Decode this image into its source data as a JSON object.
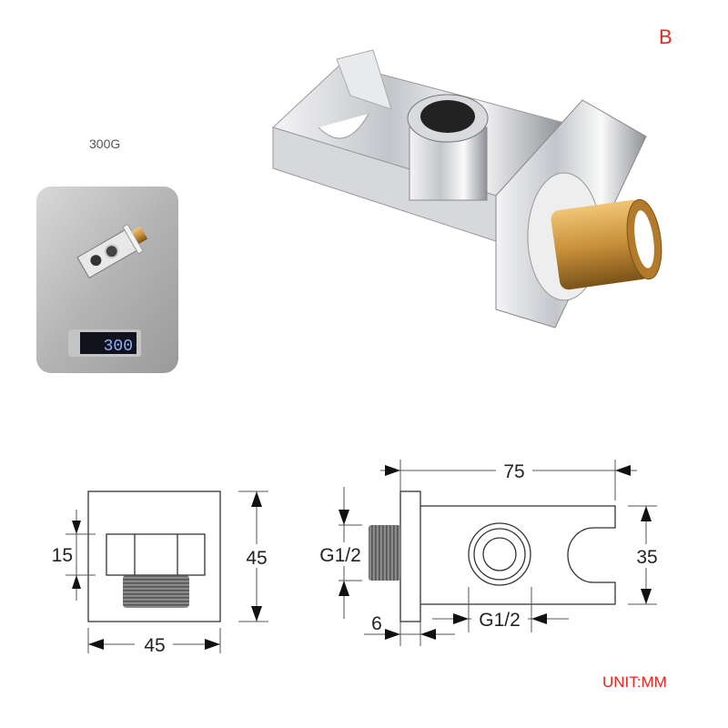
{
  "variant_label": "B",
  "scale_photo": {
    "caption": "300G",
    "display_reading": "300"
  },
  "drawing": {
    "front_view": {
      "width_label": "45",
      "height_label": "45",
      "hex_label": "15"
    },
    "side_view": {
      "length_label": "75",
      "depth_label": "35",
      "inlet_thread_label": "G1/2",
      "outlet_thread_label": "G1/2",
      "plate_thickness_label": "6"
    }
  },
  "unit_label": "UNIT:MM",
  "colors": {
    "accent_red": "#e8261f",
    "brass": "#c8903a",
    "chrome": "#c9ccd0"
  }
}
